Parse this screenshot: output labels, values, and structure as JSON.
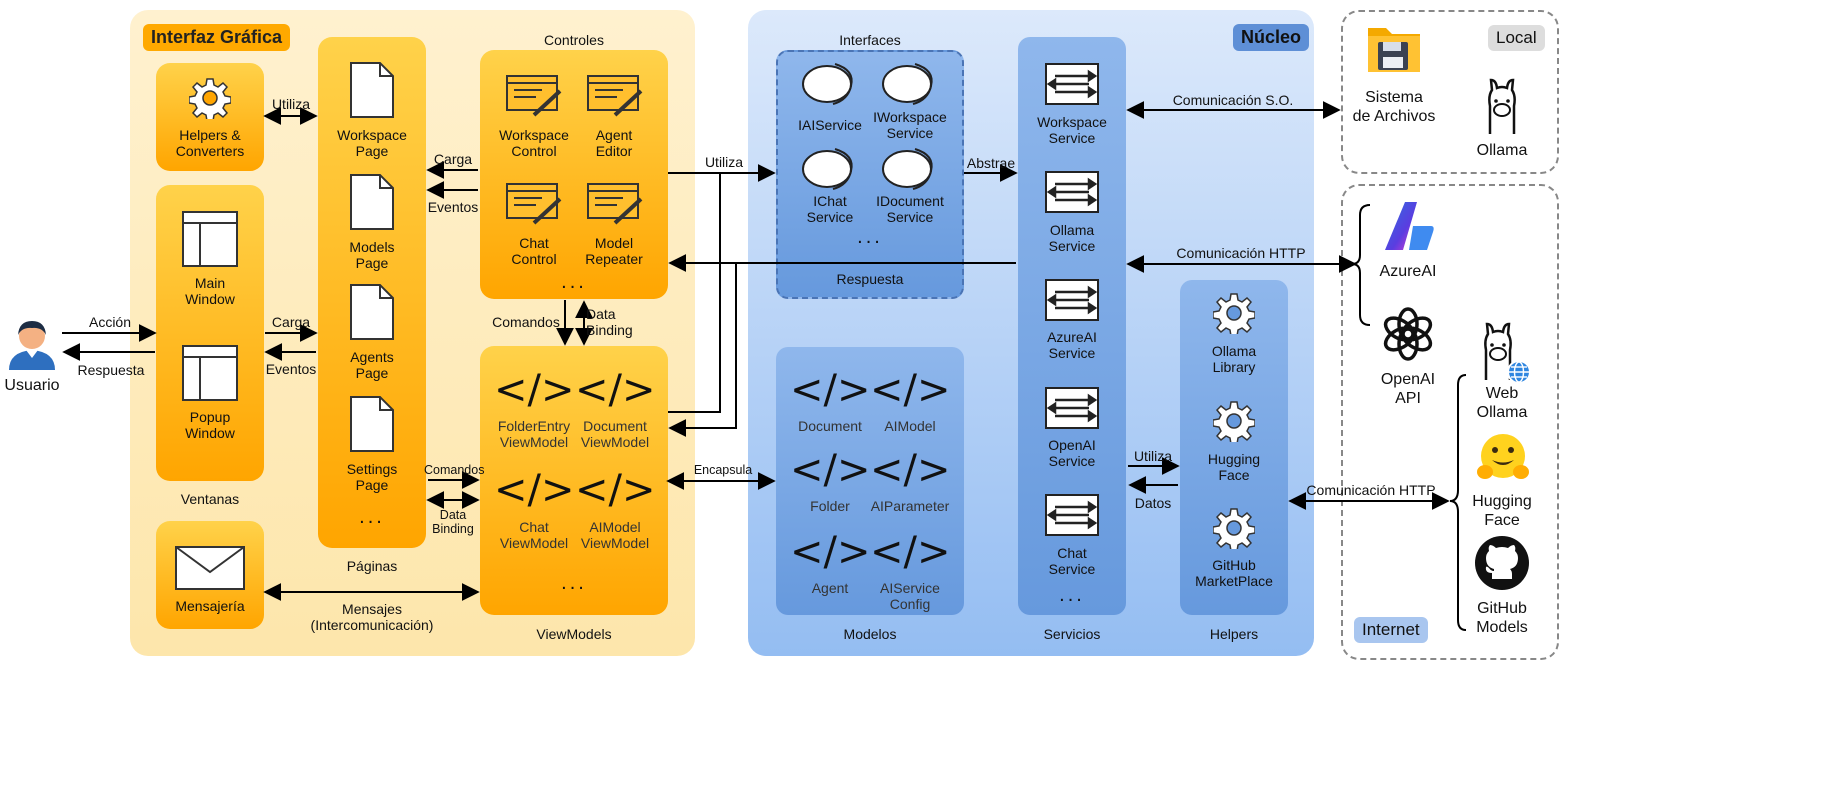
{
  "ui_section": {
    "title": "Interfaz Gráfica",
    "helpers": "Helpers &\nConverters",
    "windows": {
      "main": "Main\nWindow",
      "popup": "Popup\nWindow",
      "group": "Ventanas"
    },
    "messaging": "Mensajería",
    "pages": {
      "workspace": "Workspace\nPage",
      "models": "Models\nPage",
      "agents": "Agents\nPage",
      "settings": "Settings\nPage",
      "more": "...",
      "group": "Páginas"
    },
    "controls": {
      "title": "Controles",
      "workspace": "Workspace\nControl",
      "agent": "Agent\nEditor",
      "chat": "Chat\nControl",
      "model": "Model\nRepeater",
      "more": "..."
    },
    "viewmodels": {
      "folder": "FolderEntry\nViewModel",
      "document": "Document\nViewModel",
      "chat": "Chat\nViewModel",
      "aimodel": "AIModel\nViewModel",
      "more": "...",
      "group": "ViewModels"
    }
  },
  "user": {
    "label": "Usuario"
  },
  "arrows": {
    "accion": "Acción",
    "respuesta_user": "Respuesta",
    "utiliza_helpers": "Utiliza",
    "carga_win": "Carga",
    "eventos_win": "Eventos",
    "carga_ctrl": "Carga",
    "eventos_ctrl": "Eventos",
    "comandos_pages": "Comandos",
    "databinding_pages": "Data\nBinding",
    "comandos_ctrl": "Comandos",
    "databinding_ctrl": "Data\nBinding",
    "mensajes": "Mensajes\n(Intercomunicación)",
    "utiliza_core": "Utiliza",
    "encapsula": "Encapsula",
    "abstrae": "Abstrae",
    "com_so": "Comunicación S.O.",
    "com_http1": "Comunicación HTTP",
    "com_http2": "Comunicación HTTP",
    "utiliza_helpers_core": "Utiliza",
    "datos": "Datos"
  },
  "core": {
    "title": "Núcleo",
    "interfaces": {
      "title": "Interfaces",
      "iai": "IAIService",
      "iworkspace": "IWorkspace\nService",
      "ichat": "IChat\nService",
      "idocument": "IDocument\nService",
      "more": "...",
      "footer": "Respuesta"
    },
    "models": {
      "document": "Document",
      "aimodel": "AIModel",
      "folder": "Folder",
      "aiparameter": "AIParameter",
      "agent": "Agent",
      "aiservice": "AIService\nConfig",
      "group": "Modelos"
    },
    "services": {
      "workspace": "Workspace\nService",
      "ollama": "Ollama\nService",
      "azureai": "AzureAI\nService",
      "openai": "OpenAI\nService",
      "chat": "Chat\nService",
      "more": "...",
      "group": "Servicios"
    },
    "helpers": {
      "ollama_lib": "Ollama\nLibrary",
      "hugging": "Hugging\nFace",
      "github": "GitHub\nMarketPlace",
      "group": "Helpers"
    }
  },
  "external": {
    "local_tag": "Local",
    "fs": "Sistema\nde Archivos",
    "ollama": "Ollama",
    "azureai": "AzureAI",
    "openai": "OpenAI\nAPI",
    "web_ollama": "Web\nOllama",
    "hugging": "Hugging\nFace",
    "github_models": "GitHub\nModels",
    "internet_tag": "Internet"
  },
  "colors": {
    "orange": "#ffa500",
    "yellow": "#ffd24a",
    "ui_bg": "#fde6ab",
    "core_bg": "#94bdf2",
    "blue_box": "#6699dd"
  }
}
